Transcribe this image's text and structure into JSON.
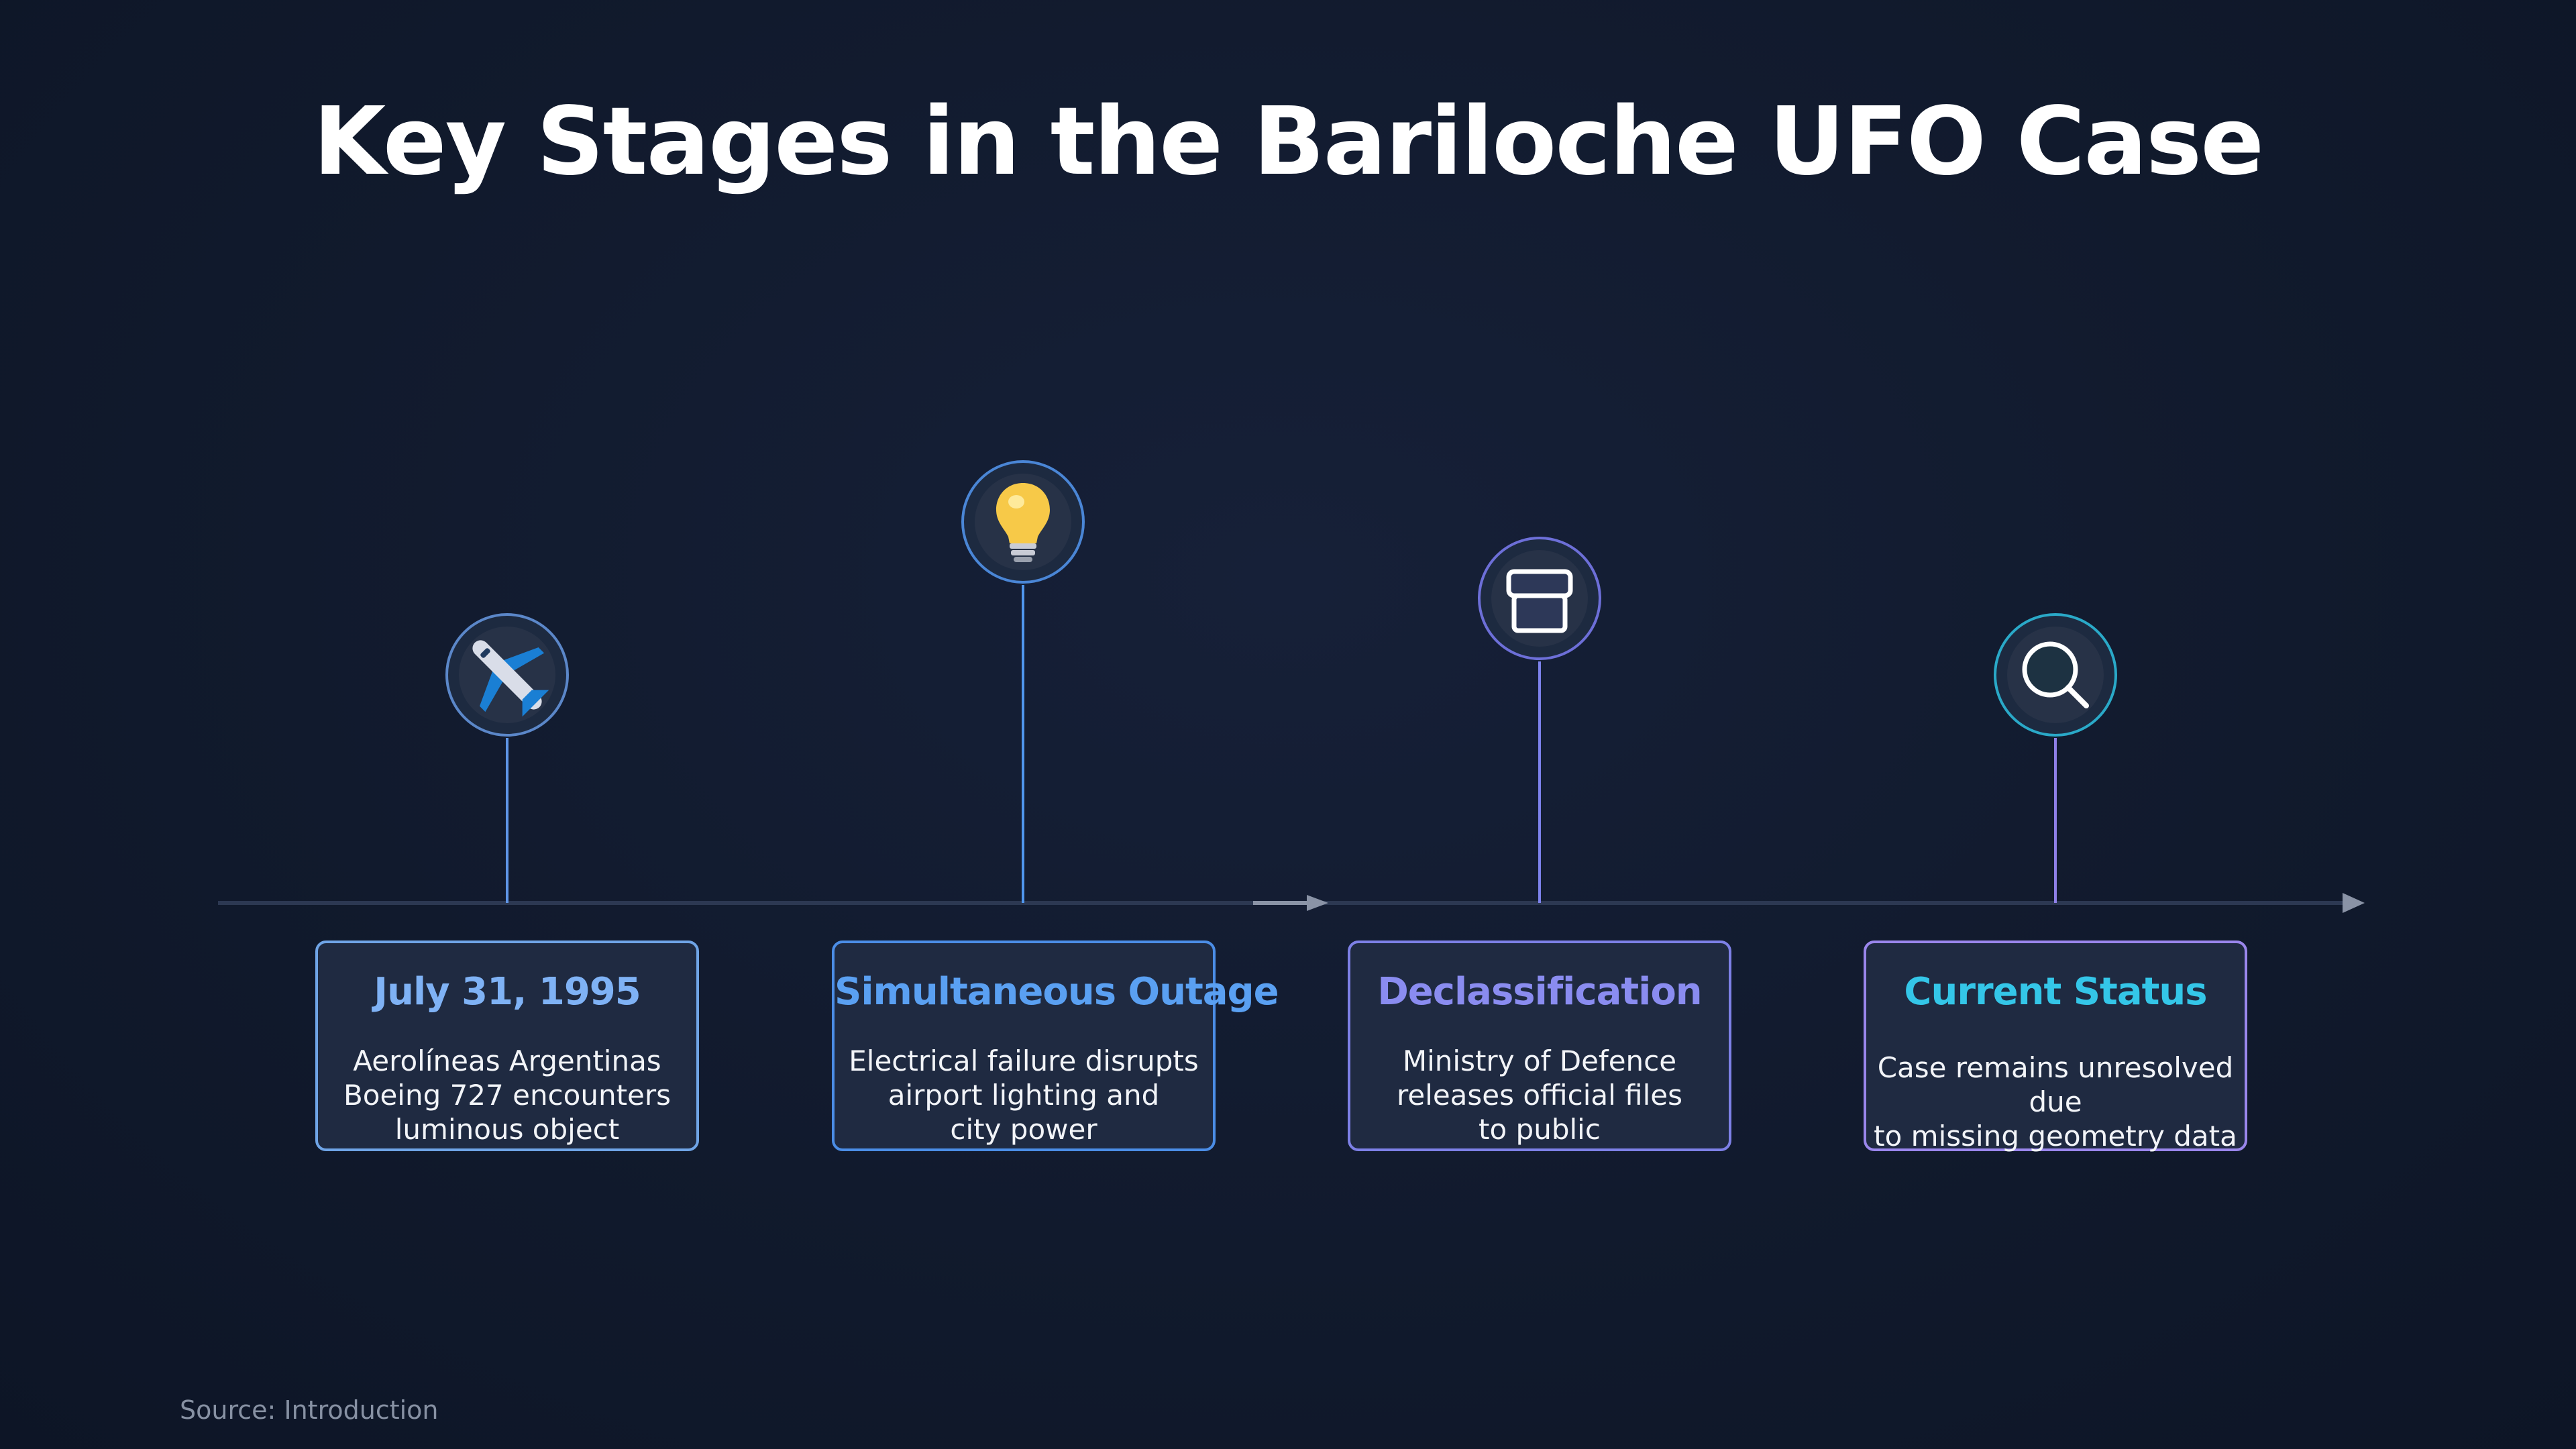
{
  "title": "Key Stages in the Bariloche UFO Case",
  "stages": [
    {
      "icon": "airplane-icon",
      "title": "July 31, 1995",
      "description": "Aerolíneas Argentinas\nBoeing 727 encounters\nluminous object",
      "color": "#7fb2f5"
    },
    {
      "icon": "lightbulb-icon",
      "title": "Simultaneous Outage",
      "description": "Electrical failure disrupts\nairport lighting and\ncity power",
      "color": "#5aa0f2"
    },
    {
      "icon": "file-box-icon",
      "title": "Declassification",
      "description": "Ministry of Defence\nreleases official files\nto public",
      "color": "#8a8cf0"
    },
    {
      "icon": "magnifier-icon",
      "title": "Current Status",
      "description": "Case remains unresolved due\nto missing geometry data",
      "color": "#34c6e8"
    }
  ],
  "source": "Source: Introduction"
}
